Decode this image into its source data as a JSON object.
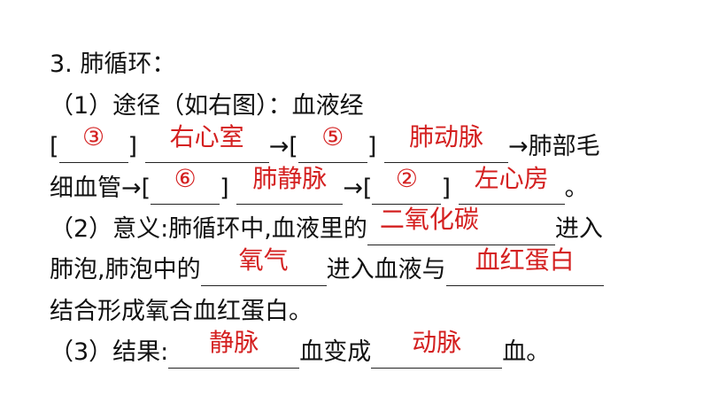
{
  "heading": "3. 肺循环：",
  "part1": {
    "label": "（1）途径（如右图）：血液经",
    "line2": {
      "b1_open": "[",
      "b1_ans": "③",
      "b1_close": "]",
      "a1": "右心室",
      "arrow1": "→[",
      "b2_ans": "⑤",
      "b2_close": "]",
      "a2": "肺动脉",
      "tail": "→肺部毛"
    },
    "line3": {
      "head": "细血管→[",
      "b3_ans": "⑥",
      "b3_close": "]",
      "a3": "肺静脉",
      "arrow": "→[",
      "b4_ans": "②",
      "b4_close": "]",
      "a4": "左心房",
      "end": "。"
    }
  },
  "part2": {
    "text1": "（2）意义:肺循环中,血液里的",
    "a1": "二氧化碳",
    "text2": "进入",
    "text3": "肺泡,肺泡中的",
    "a2": "氧气",
    "text4": "进入血液与",
    "a3": "血红蛋白",
    "text5": "结合形成氧合血红蛋白。"
  },
  "part3": {
    "text1": "（3）结果:",
    "a1": "静脉",
    "text2": "血变成",
    "a2": "动脉",
    "text3": "血。"
  },
  "colors": {
    "answer": "#d42020",
    "text": "#111111"
  }
}
